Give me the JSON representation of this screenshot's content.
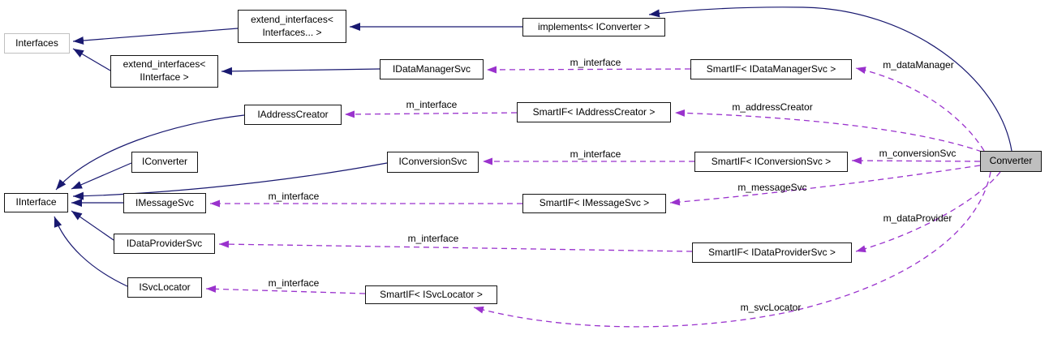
{
  "diagram": {
    "type": "collaboration-graph",
    "highlighted_node": "Converter",
    "colors": {
      "inheritance_edge": "#191970",
      "usage_edge": "#9a32cd",
      "node_fill": "#ffffff",
      "node_border": "#141414",
      "highlight_node_fill": "#bfbfbf",
      "undocumented_node_border": "#c0c0c0",
      "text": "#000000"
    },
    "nodes": {
      "interfaces": {
        "label": "Interfaces"
      },
      "extend_interfaces_variadic": {
        "label": "extend_interfaces<\nInterfaces... >"
      },
      "extend_interfaces_iinterface": {
        "label": "extend_interfaces<\nIInterface >"
      },
      "implements_iconverter": {
        "label": "implements< IConverter >"
      },
      "idatamanagersvc": {
        "label": "IDataManagerSvc"
      },
      "smartif_idatamanagersvc": {
        "label": "SmartIF< IDataManagerSvc >"
      },
      "iaddresscreator": {
        "label": "IAddressCreator"
      },
      "smartif_iaddresscreator": {
        "label": "SmartIF< IAddressCreator >"
      },
      "iconverter": {
        "label": "IConverter"
      },
      "iconversionsvc": {
        "label": "IConversionSvc"
      },
      "smartif_iconversionsvc": {
        "label": "SmartIF< IConversionSvc >"
      },
      "converter": {
        "label": "Converter"
      },
      "iinterface": {
        "label": "IInterface"
      },
      "imessagesvc": {
        "label": "IMessageSvc"
      },
      "smartif_imessagesvc": {
        "label": "SmartIF< IMessageSvc >"
      },
      "idataprovidersvc": {
        "label": "IDataProviderSvc"
      },
      "smartif_idataprovidersvc": {
        "label": "SmartIF< IDataProviderSvc >"
      },
      "isvclocator": {
        "label": "ISvcLocator"
      },
      "smartif_isvclocator": {
        "label": "SmartIF< ISvcLocator >"
      }
    },
    "edges": [
      {
        "from": "extend_interfaces< Interfaces... >",
        "to": "Interfaces",
        "kind": "inheritance",
        "label": ""
      },
      {
        "from": "extend_interfaces< IInterface >",
        "to": "Interfaces",
        "kind": "inheritance",
        "label": ""
      },
      {
        "from": "implements< IConverter >",
        "to": "extend_interfaces< Interfaces... >",
        "kind": "inheritance",
        "label": ""
      },
      {
        "from": "Converter",
        "to": "implements< IConverter >",
        "kind": "inheritance",
        "label": ""
      },
      {
        "from": "IDataManagerSvc",
        "to": "extend_interfaces< IInterface >",
        "kind": "inheritance",
        "label": ""
      },
      {
        "from": "IAddressCreator",
        "to": "IInterface",
        "kind": "inheritance",
        "label": ""
      },
      {
        "from": "IConverter",
        "to": "IInterface",
        "kind": "inheritance",
        "label": ""
      },
      {
        "from": "IConversionSvc",
        "to": "IInterface",
        "kind": "inheritance",
        "label": ""
      },
      {
        "from": "IMessageSvc",
        "to": "IInterface",
        "kind": "inheritance",
        "label": ""
      },
      {
        "from": "IDataProviderSvc",
        "to": "IInterface",
        "kind": "inheritance",
        "label": ""
      },
      {
        "from": "ISvcLocator",
        "to": "IInterface",
        "kind": "inheritance",
        "label": ""
      },
      {
        "from": "SmartIF< IDataManagerSvc >",
        "to": "IDataManagerSvc",
        "kind": "usage",
        "label": "m_interface"
      },
      {
        "from": "Converter",
        "to": "SmartIF< IDataManagerSvc >",
        "kind": "usage",
        "label": "m_dataManager"
      },
      {
        "from": "SmartIF< IAddressCreator >",
        "to": "IAddressCreator",
        "kind": "usage",
        "label": "m_interface"
      },
      {
        "from": "Converter",
        "to": "SmartIF< IAddressCreator >",
        "kind": "usage",
        "label": "m_addressCreator"
      },
      {
        "from": "SmartIF< IConversionSvc >",
        "to": "IConversionSvc",
        "kind": "usage",
        "label": "m_interface"
      },
      {
        "from": "Converter",
        "to": "SmartIF< IConversionSvc >",
        "kind": "usage",
        "label": "m_conversionSvc"
      },
      {
        "from": "SmartIF< IMessageSvc >",
        "to": "IMessageSvc",
        "kind": "usage",
        "label": "m_interface"
      },
      {
        "from": "Converter",
        "to": "SmartIF< IMessageSvc >",
        "kind": "usage",
        "label": "m_messageSvc"
      },
      {
        "from": "SmartIF< IDataProviderSvc >",
        "to": "IDataProviderSvc",
        "kind": "usage",
        "label": "m_interface"
      },
      {
        "from": "Converter",
        "to": "SmartIF< IDataProviderSvc >",
        "kind": "usage",
        "label": "m_dataProvider"
      },
      {
        "from": "SmartIF< ISvcLocator >",
        "to": "ISvcLocator",
        "kind": "usage",
        "label": "m_interface"
      },
      {
        "from": "Converter",
        "to": "SmartIF< ISvcLocator >",
        "kind": "usage",
        "label": "m_svcLocator"
      }
    ]
  }
}
